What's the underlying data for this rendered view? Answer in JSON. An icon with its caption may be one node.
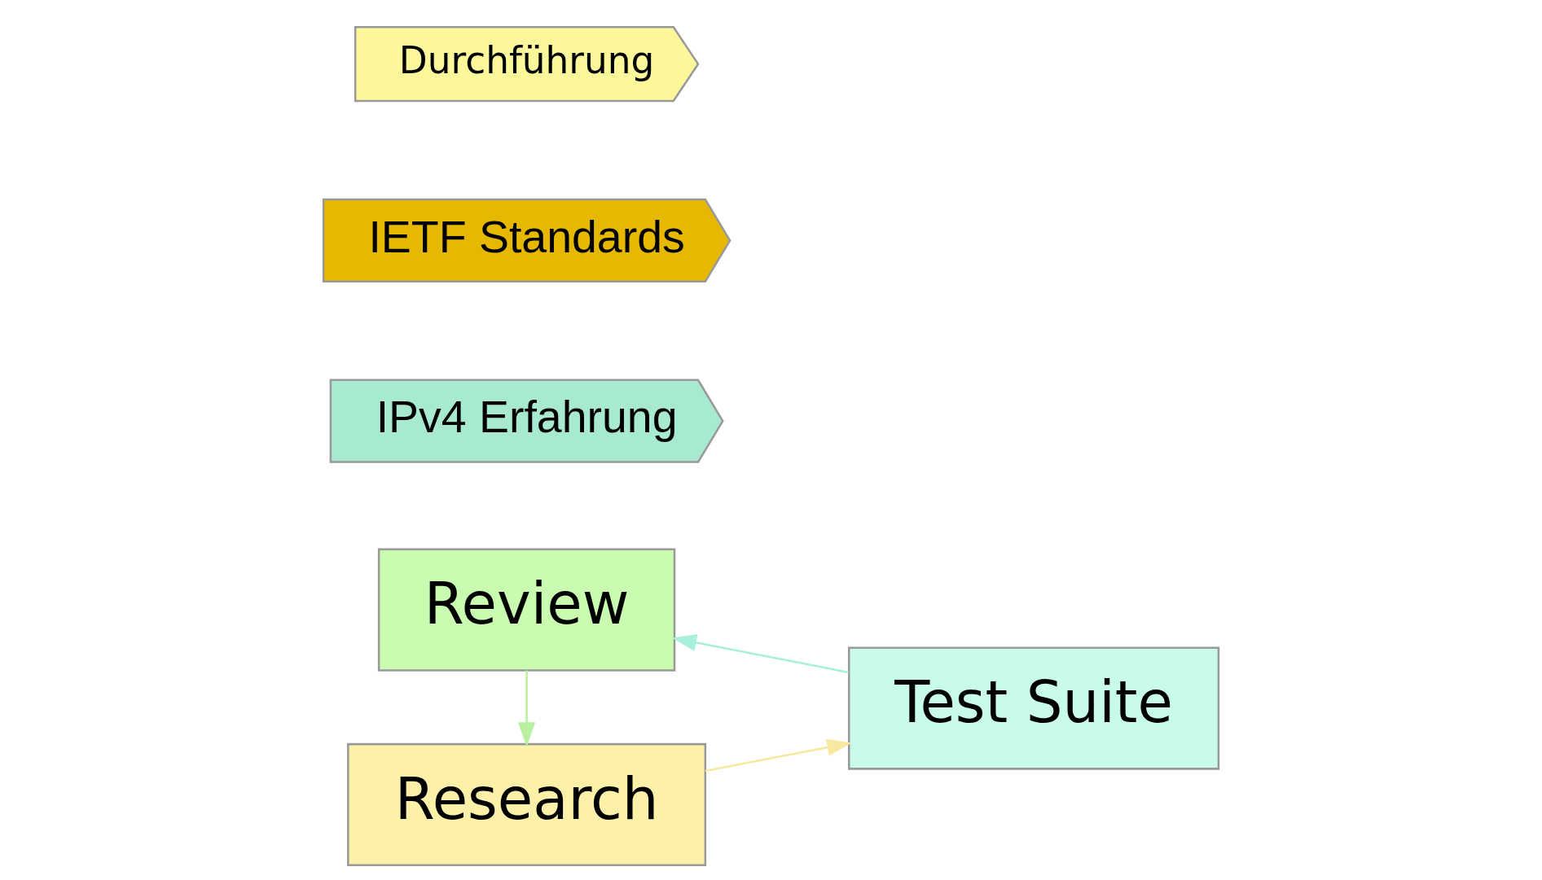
{
  "diagram": {
    "nodes": [
      {
        "text": [
          "Research"
        ]
      },
      {
        "text": [
          "Test Suite"
        ]
      },
      {
        "text": [
          "Review"
        ]
      },
      {
        "text": [
          "IPv4 Erfahrung"
        ]
      },
      {
        "text": [
          "IETF Standards"
        ]
      },
      {
        "text": [
          "Durchführung"
        ]
      }
    ],
    "edges": [
      {
        "from": 0,
        "to": 1,
        "arrow": "to",
        "color": "#f7e9a0"
      },
      {
        "from": 1,
        "to": 2,
        "arrow": "to",
        "color": "#a8f0dc"
      },
      {
        "from": 2,
        "to": 0,
        "arrow": "to",
        "color": "#b8f0a0"
      }
    ]
  }
}
